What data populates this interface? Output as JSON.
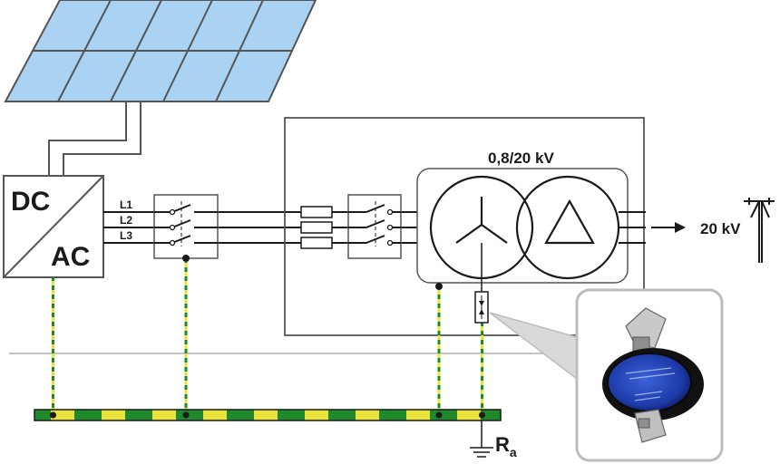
{
  "inverter": {
    "top_label": "DC",
    "bottom_label": "AC"
  },
  "phases": [
    "L1",
    "L2",
    "L3"
  ],
  "transformer": {
    "ratio_label": "0,8/20 kV"
  },
  "grid": {
    "voltage_label": "20 kV"
  },
  "earthing": {
    "resistance_symbol": "R",
    "resistance_subscript": "a"
  },
  "colors": {
    "line": "#1a1a1a",
    "panel_fill": "#a9d2f3",
    "earth_green": "#1e8a2a",
    "earth_yellow": "#e8e23a",
    "callout_border": "#bdbdbd"
  }
}
